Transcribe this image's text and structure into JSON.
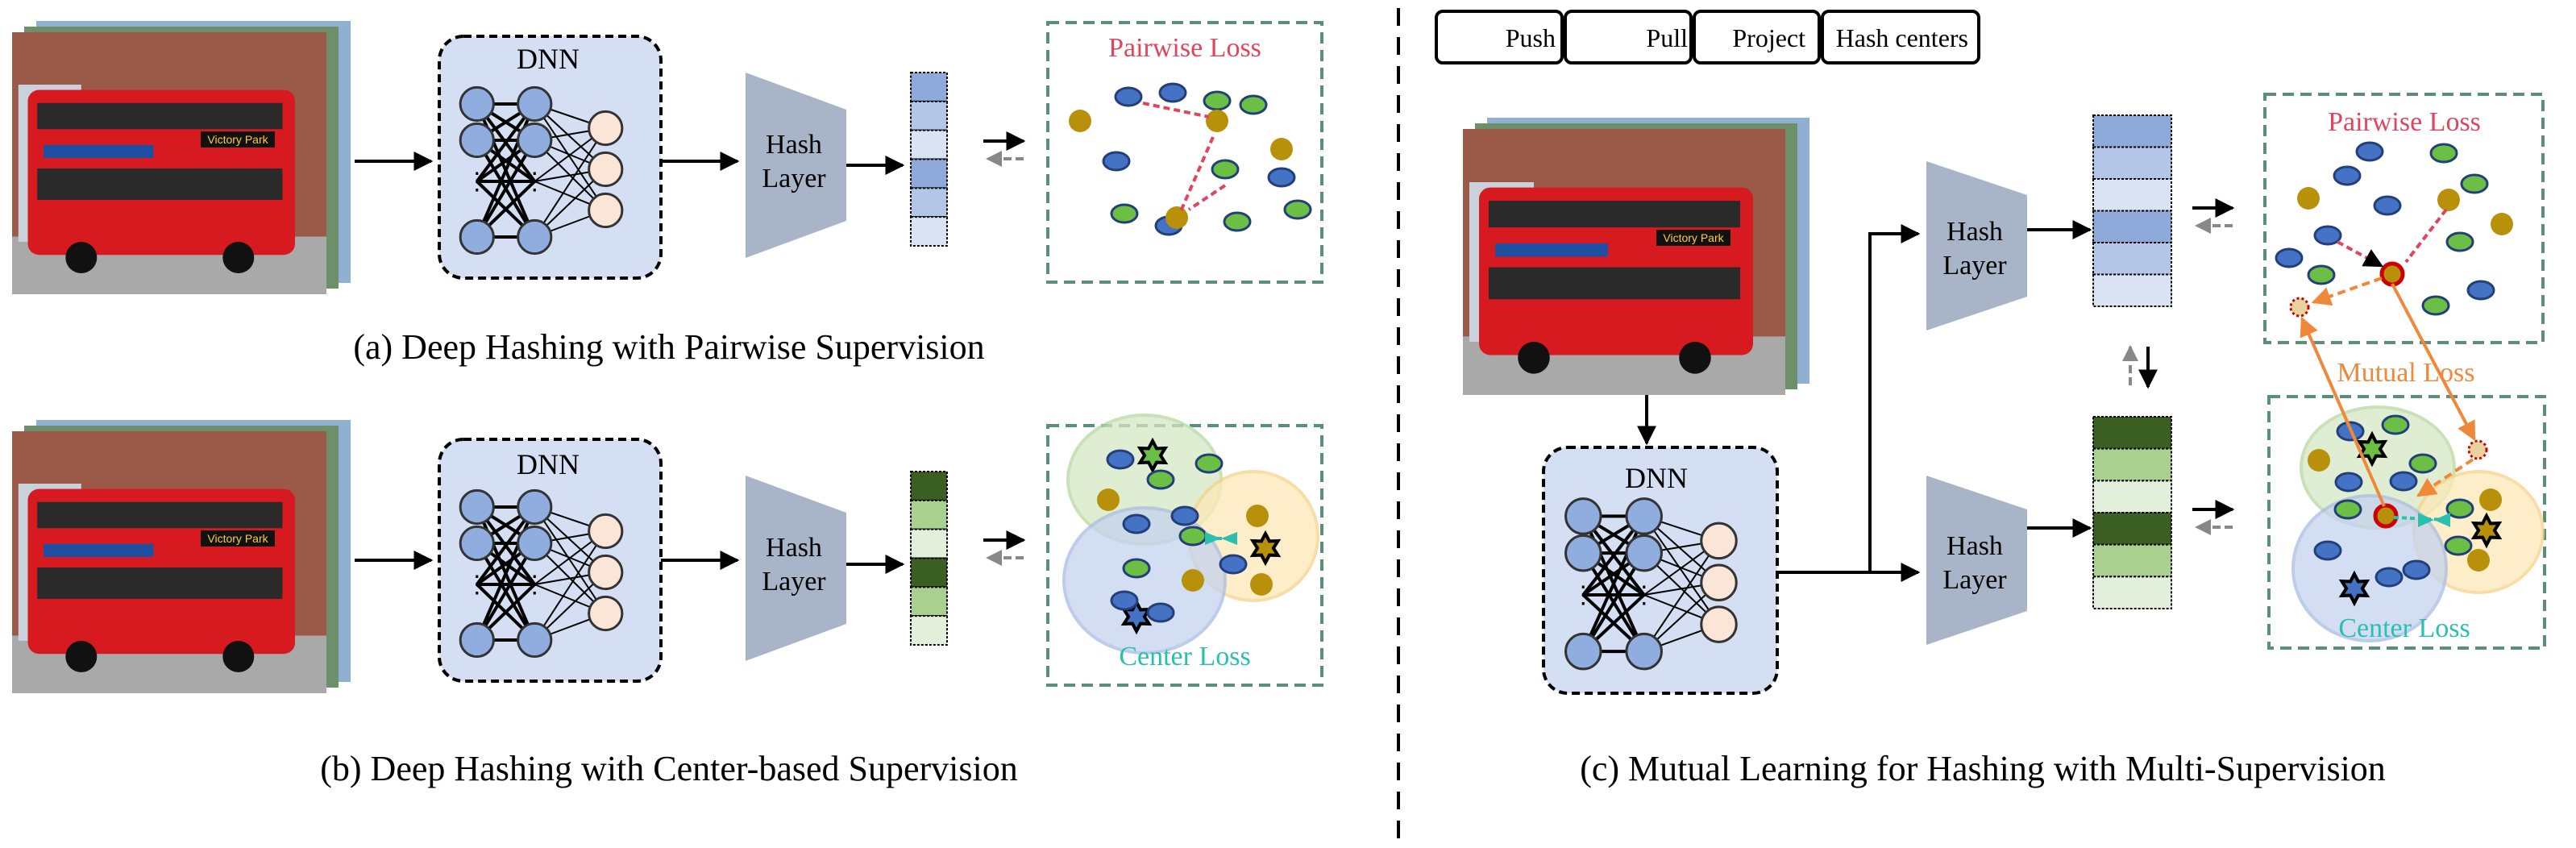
{
  "panels": {
    "a": {
      "caption": "(a) Deep Hashing with Pairwise Supervision",
      "dnn": "DNN",
      "hash_layer": [
        "Hash",
        "Layer"
      ],
      "loss": "Pairwise Loss"
    },
    "b": {
      "caption": "(b) Deep Hashing with Center-based Supervision",
      "dnn": "DNN",
      "hash_layer": [
        "Hash",
        "Layer"
      ],
      "loss": "Center Loss"
    },
    "c": {
      "caption": "(c) Mutual Learning for Hashing with Multi-Supervision",
      "dnn": "DNN",
      "hash_layer": [
        "Hash",
        "Layer"
      ],
      "loss_top": "Pairwise Loss",
      "loss_bottom": "Center Loss",
      "mutual": "Mutual Loss"
    }
  },
  "legend": {
    "push": "Push",
    "pull": "Pull",
    "project": "Project",
    "hash_centers": "Hash centers"
  },
  "bus_text": "Victory Park",
  "colors": {
    "pairwise": "#e0455e",
    "center": "#2bbfb0",
    "mutual": "#f0883a",
    "blue": "#4472c4",
    "gold": "#b8900a",
    "green": "#6bbf45",
    "dnn_bg": "#d5dff3",
    "node": "#8fadde",
    "node_out": "#fbe5d6",
    "hash": "#a8b4c8",
    "loss_border": "#5a8f78"
  }
}
